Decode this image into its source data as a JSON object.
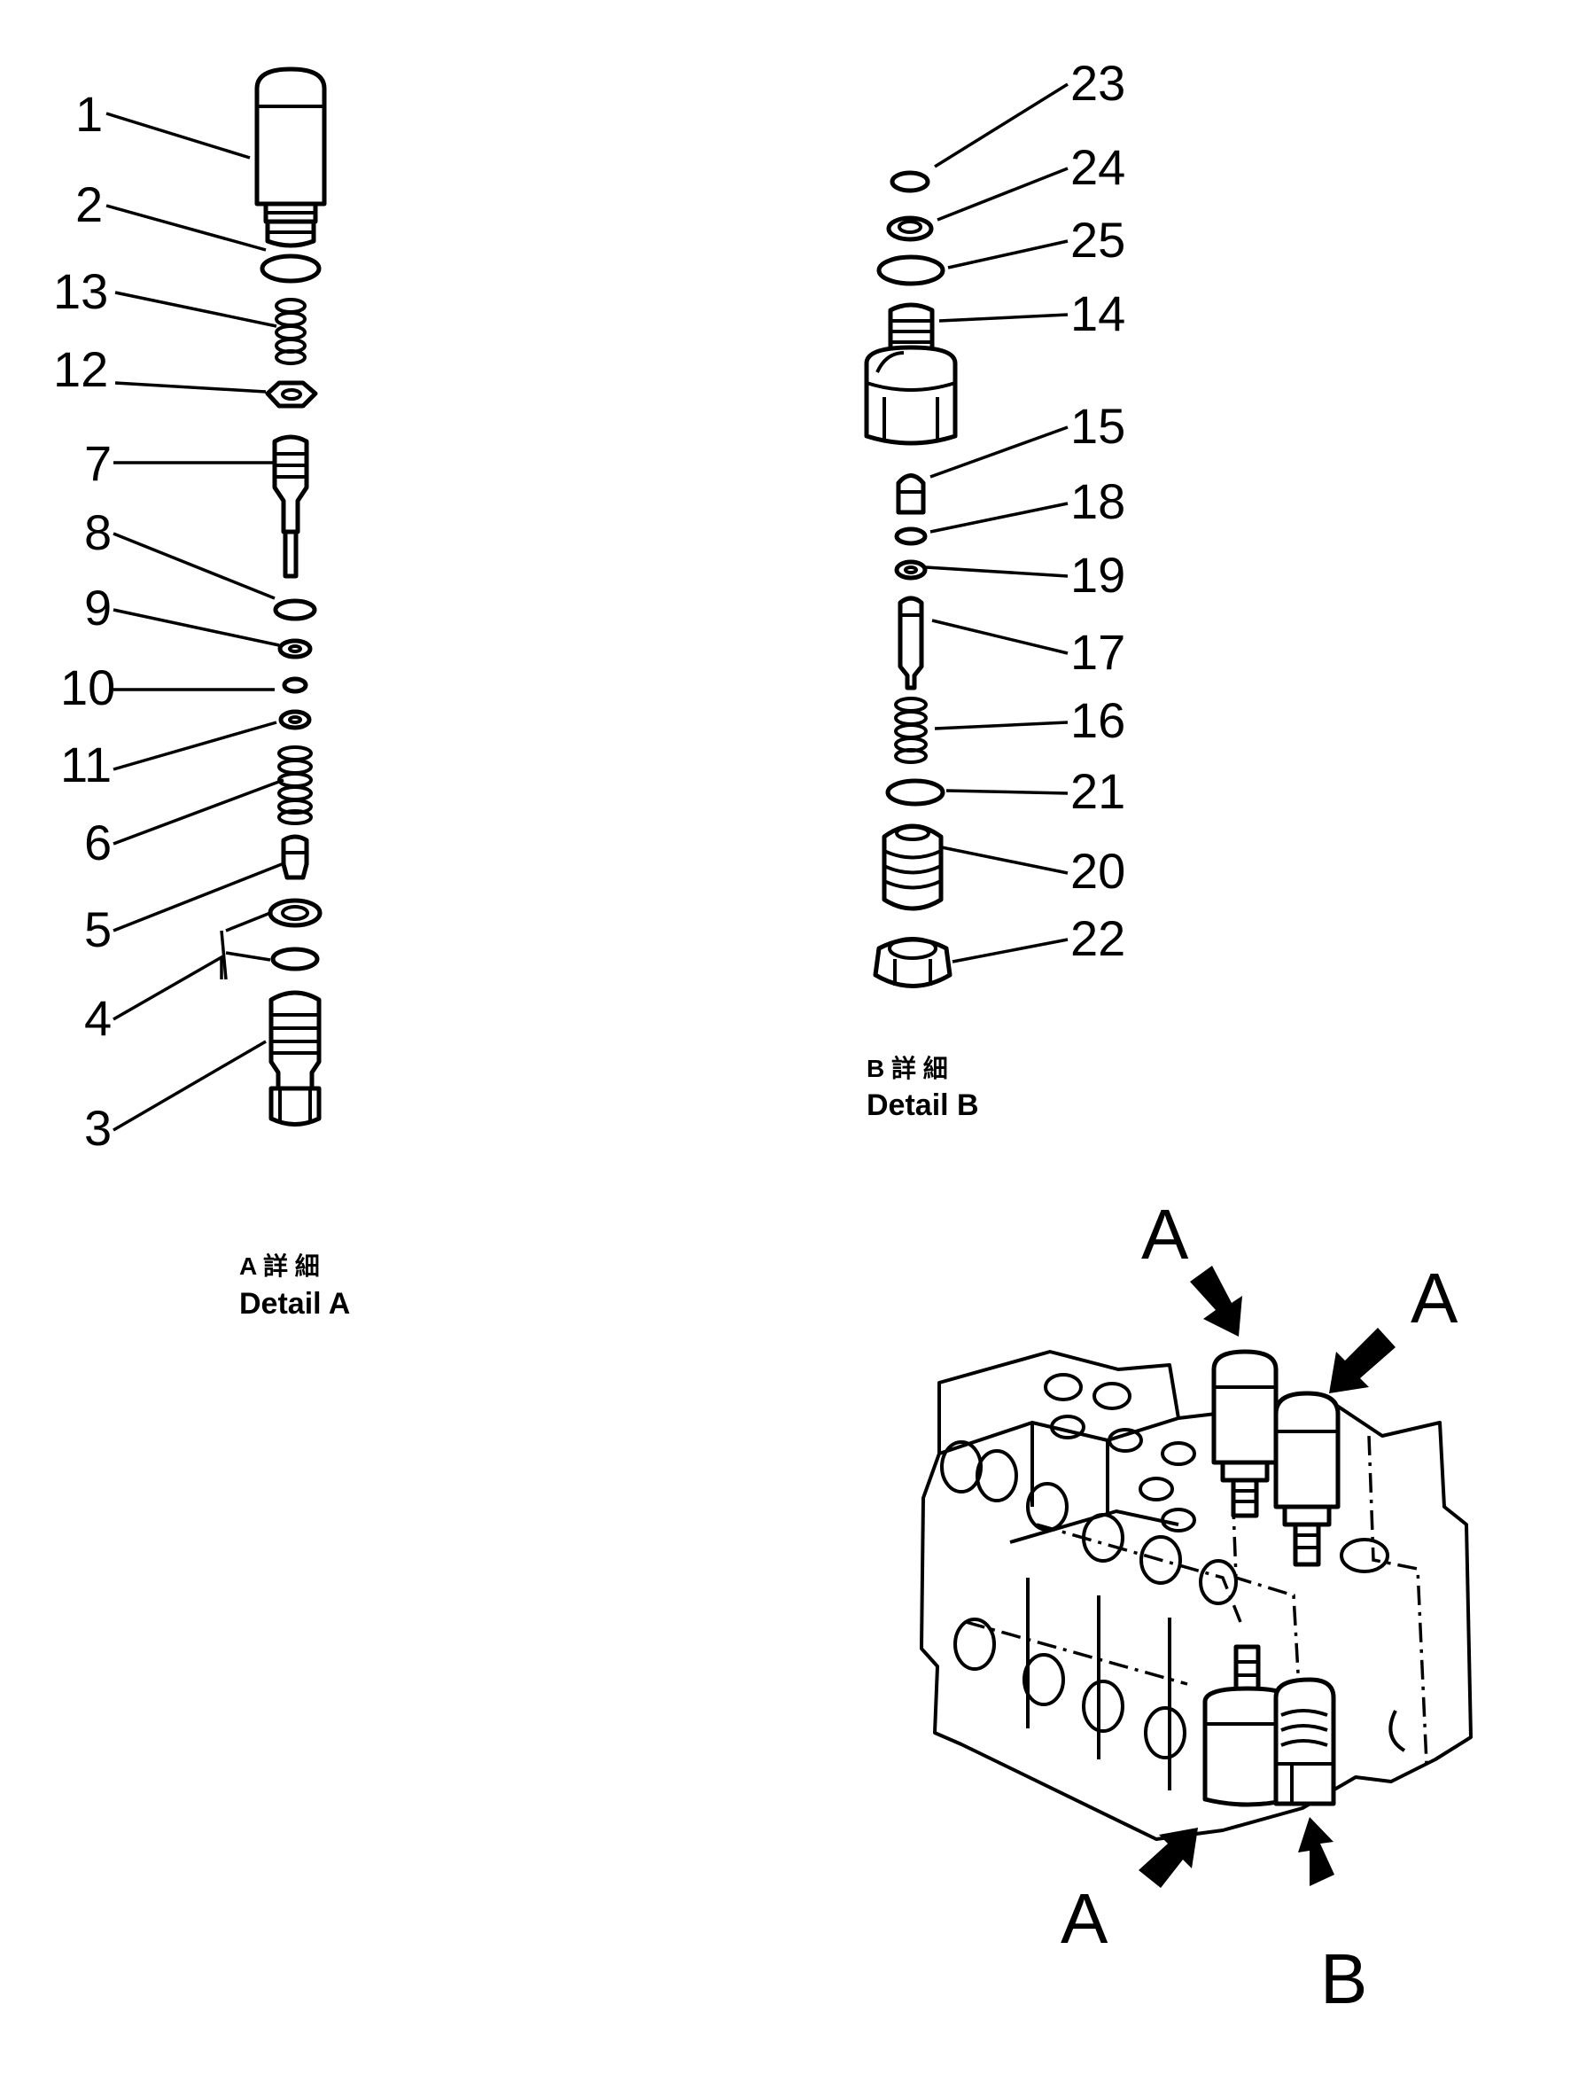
{
  "detail_a": {
    "caption_jp": "A 詳 細",
    "caption_en": "Detail A",
    "labels": [
      "1",
      "2",
      "13",
      "12",
      "7",
      "8",
      "9",
      "10",
      "11",
      "6",
      "5",
      "4",
      "3"
    ]
  },
  "detail_b": {
    "caption_jp": "B 詳 細",
    "caption_en": "Detail B",
    "labels": [
      "23",
      "24",
      "25",
      "14",
      "15",
      "18",
      "19",
      "17",
      "16",
      "21",
      "20",
      "22"
    ]
  },
  "assembly": {
    "callouts": [
      "A",
      "A",
      "A",
      "B"
    ]
  }
}
